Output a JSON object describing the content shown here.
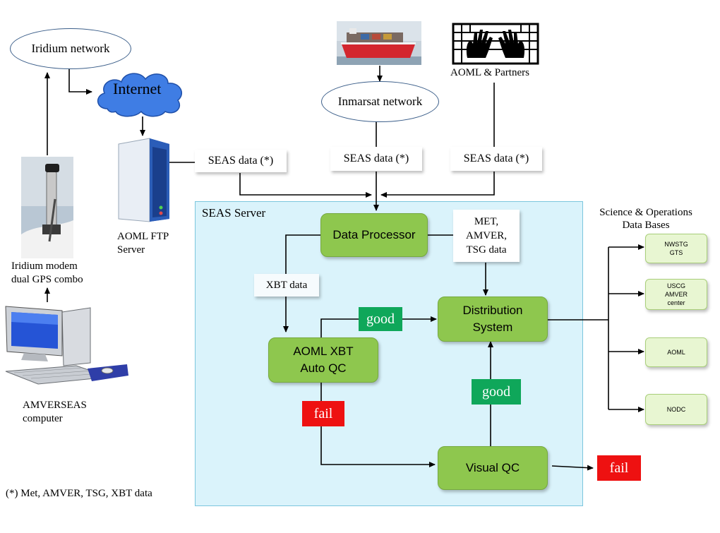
{
  "iridium_network": "Iridium network",
  "internet": "Internet",
  "inmarsat_network": "Inmarsat network",
  "aoml_partners": "AOML & Partners",
  "ftp_server": {
    "line1": "AOML FTP",
    "line2": "Server"
  },
  "iridium_modem": {
    "line1": "Iridium modem",
    "line2": "dual GPS combo"
  },
  "computer": {
    "line1": "AMVERSEAS",
    "line2": "computer"
  },
  "footnote": "(*) Met, AMVER, TSG, XBT data",
  "seas_data_labels": [
    "SEAS data (*)",
    "SEAS data (*)",
    "SEAS data (*)"
  ],
  "seas_server": {
    "title": "SEAS Server",
    "data_processor": "Data Processor",
    "met_label": {
      "line1": "MET,",
      "line2": "AMVER,",
      "line3": "TSG data"
    },
    "xbt_label": "XBT data",
    "auto_qc": {
      "line1": "AOML XBT",
      "line2": "Auto QC"
    },
    "distribution": {
      "line1": "Distribution",
      "line2": "System"
    },
    "visual_qc": "Visual QC",
    "good1": "good",
    "good2": "good",
    "fail1": "fail",
    "fail2": "fail"
  },
  "databases": {
    "title_line1": "Science & Operations",
    "title_line2": "Data Bases",
    "nwstg": {
      "line1": "NWSTG",
      "line2": "GTS"
    },
    "uscg": {
      "line1": "USCG",
      "line2": "AMVER",
      "line3": "center"
    },
    "aoml": "AOML",
    "nodc": "NODC"
  },
  "colors": {
    "green": "#8ec74e",
    "good_tag": "#0fa75a",
    "fail_tag": "#ee1111",
    "server_bg": "#daf3fb",
    "cloud": "#3f7de4"
  }
}
